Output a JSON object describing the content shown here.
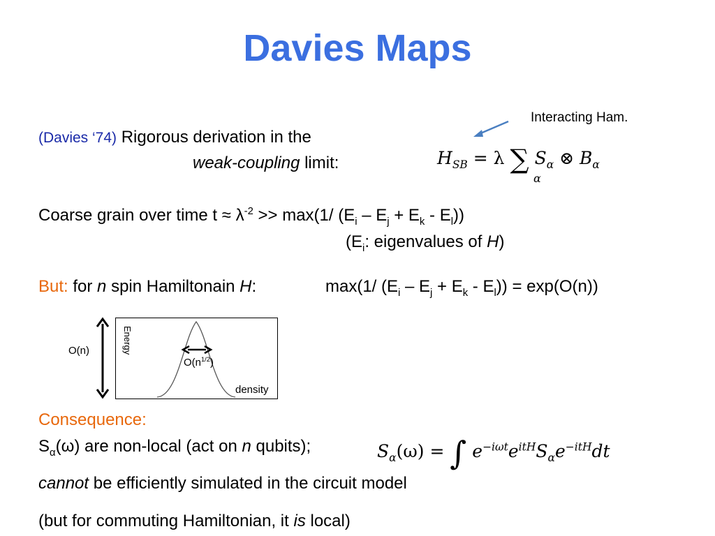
{
  "slide": {
    "title": "Davies Maps",
    "interacting_label": "Interacting Ham.",
    "citation": "(Davies ‘74)",
    "line1_rest": " Rigorous derivation in the",
    "weak_coupling": "weak-coupling",
    "limit": " limit:",
    "hsb": {
      "lhs": "H",
      "lhs_sub": "SB",
      "eq": " = λ ",
      "sum": "∑",
      "sum_index": "α",
      "s": "S",
      "s_sub": "α",
      "otimes": " ⊗ ",
      "b": "B",
      "b_sub": "α"
    },
    "coarse": {
      "text1": "Coarse grain over time t ≈ λ",
      "sup": "-2",
      "text2": " >> max(1/ (E",
      "i": "i",
      "dash": " – E",
      "j": "j",
      "plus": " + E",
      "k": "k",
      "minus": " - E",
      "l": "l",
      "close": "))"
    },
    "eigen": {
      "open": "(E",
      "i": "i",
      "mid": ": eigenvalues of ",
      "H": "H",
      "close": ")"
    },
    "but": {
      "label": "But:",
      "for": " for ",
      "n": "n",
      "spin": " spin Hamiltonain ",
      "H": "H",
      "colon": ":",
      "max": "max(1/ (E",
      "i": "i",
      "dash": " – E",
      "j": "j",
      "plus": " + E",
      "k": "k",
      "minus": " - E",
      "l": "l",
      "close": ")) = exp(O(n))"
    },
    "figure": {
      "on_label": "O(n)",
      "energy_label": "Energy",
      "density_label": "density",
      "width_label": "O(n",
      "width_sup": "1/2",
      "width_close": ")"
    },
    "consequence": {
      "label": "Consequence:",
      "s": "S",
      "s_sub": "α",
      "text": "(ω) are non-local (act on ",
      "n": "n",
      "rest": " qubits);"
    },
    "formula2": {
      "lhs": "S",
      "lhs_sub": "α",
      "lhs_arg": "(ω) = ",
      "integral": "∫",
      "e1": "e",
      "e1_sup": "−iωt",
      "e2": "e",
      "e2_sup": "itH",
      "s": "S",
      "s_sub": "α",
      "e3": "e",
      "e3_sup": "−itH",
      "dt": "dt"
    },
    "cannot": {
      "word": "cannot",
      "rest": " be efficiently simulated in the circuit model"
    },
    "commuting": {
      "open": "(but for commuting Hamiltonian, it ",
      "is": "is",
      "close": " local)"
    },
    "colors": {
      "title": "#3b6fe0",
      "citation": "#1a2aa8",
      "highlight": "#e8680c",
      "arrow": "#4a7fc1"
    }
  }
}
